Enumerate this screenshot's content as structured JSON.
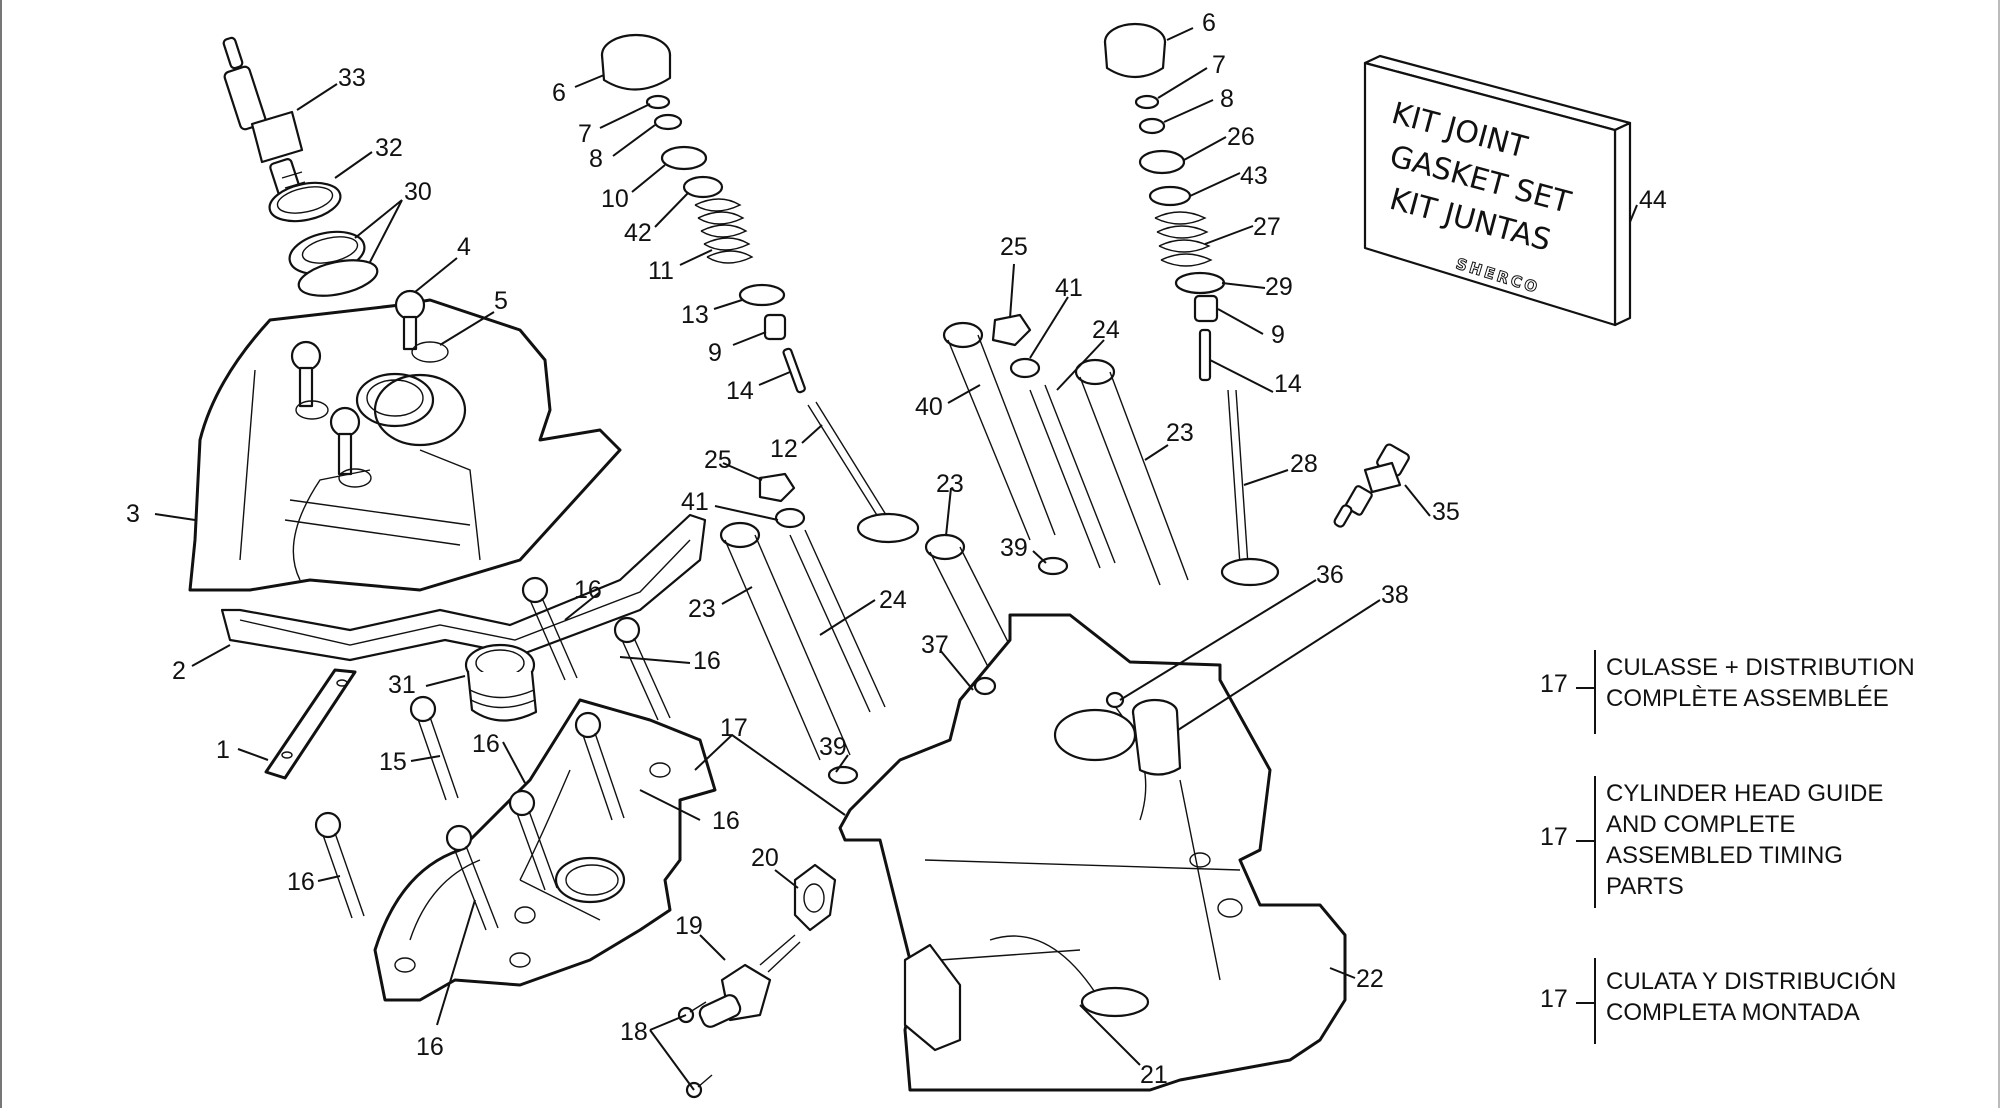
{
  "diagram": {
    "title": "Cylinder head and valve train exploded parts diagram",
    "kit_box": {
      "lines": [
        "KIT JOINT",
        "GASKET SET",
        "KIT JUNTAS"
      ],
      "brand": "SHERCO",
      "callout": "44"
    },
    "callouts": {
      "c1": "1",
      "c2": "2",
      "c3": "3",
      "c4": "4",
      "c5": "5",
      "c6a": "6",
      "c7a": "7",
      "c8a": "8",
      "c10": "10",
      "c42": "42",
      "c11": "11",
      "c13": "13",
      "c9a": "9",
      "c14a": "14",
      "c12": "12",
      "c6b": "6",
      "c7b": "7",
      "c8b": "8",
      "c26": "26",
      "c43": "43",
      "c27": "27",
      "c29": "29",
      "c9b": "9",
      "c14b": "14",
      "c28": "28",
      "c25a": "25",
      "c41a": "41",
      "c24a": "24",
      "c23a": "23",
      "c40": "40",
      "c39a": "39",
      "c25b": "25",
      "c41b": "41",
      "c23b": "23",
      "c24b": "24",
      "c39b": "39",
      "c23c": "23",
      "c33": "33",
      "c32": "32",
      "c30": "30",
      "c31": "31",
      "c15": "15",
      "c16a": "16",
      "c16b": "16",
      "c16c": "16",
      "c16d": "16",
      "c16e": "16",
      "c16f": "16",
      "c17": "17",
      "c18": "18",
      "c19": "19",
      "c20": "20",
      "c21": "21",
      "c22": "22",
      "c35": "35",
      "c36": "36",
      "c37": "37",
      "c38": "38"
    },
    "legend": [
      {
        "ref": "17",
        "text": "CULASSE + DISTRIBUTION\nCOMPLÈTE ASSEMBLÉE"
      },
      {
        "ref": "17",
        "text": "CYLINDER HEAD GUIDE\nAND COMPLETE\nASSEMBLED TIMING\nPARTS"
      },
      {
        "ref": "17",
        "text": "CULATA Y DISTRIBUCIÓN\nCOMPLETA MONTADA"
      }
    ]
  }
}
